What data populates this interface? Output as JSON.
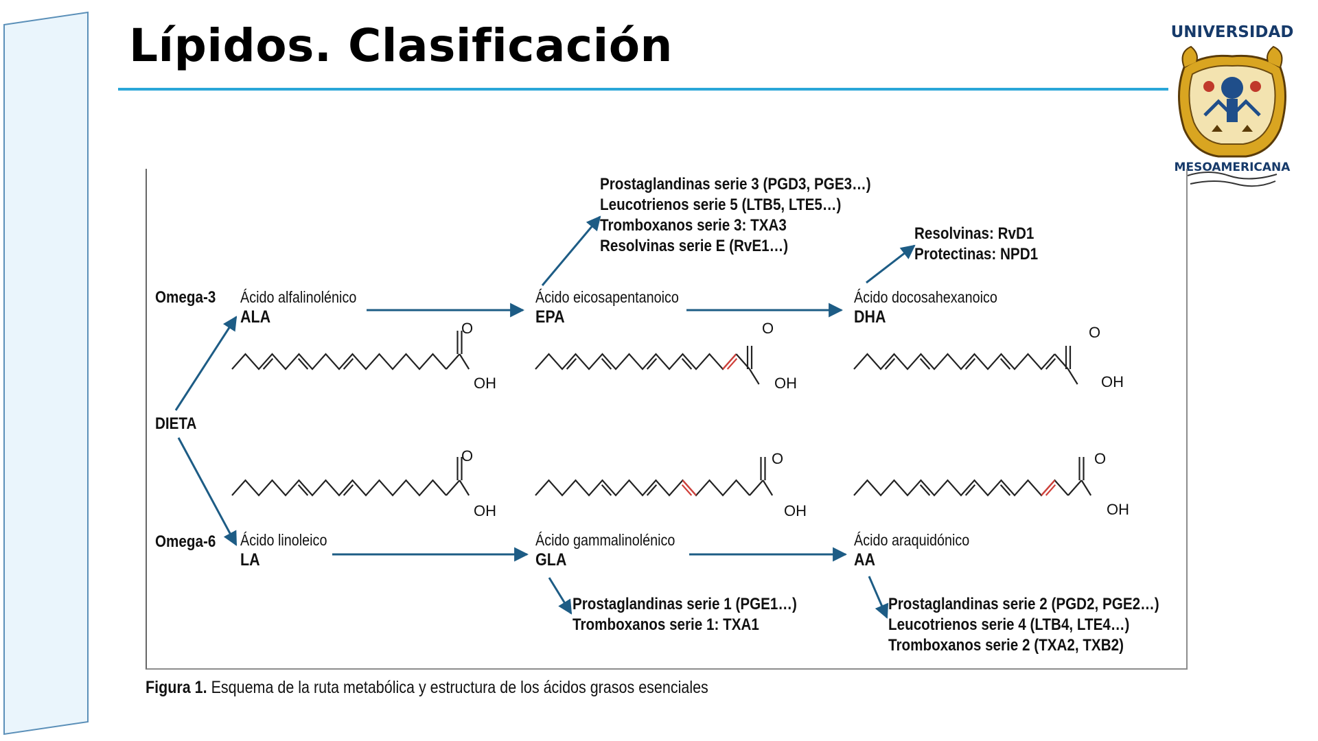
{
  "slide": {
    "title": "Lípidos. Clasificación"
  },
  "logo": {
    "top_text": "UNIVERSIDAD",
    "bottom_text": "MESOAMERICANA",
    "accent_color": "#1f4e8a",
    "gold_color": "#d9a521"
  },
  "diagram": {
    "dieta": "DIETA",
    "omega3": {
      "label": "Omega-3",
      "acids": [
        {
          "name": "Ácido alfalinolénico",
          "abbr": "ALA",
          "o": "O",
          "oh": "OH"
        },
        {
          "name": "Ácido eicosapentanoico",
          "abbr": "EPA",
          "o": "O",
          "oh": "OH"
        },
        {
          "name": "Ácido docosahexanoico",
          "abbr": "DHA",
          "o": "O",
          "oh": "OH"
        }
      ],
      "epa_products": [
        "Prostaglandinas serie 3 (PGD3, PGE3…)",
        "Leucotrienos serie 5 (LTB5, LTE5…)",
        "Tromboxanos serie 3: TXA3",
        "Resolvinas serie E (RvE1…)"
      ],
      "dha_products": [
        "Resolvinas: RvD1",
        "Protectinas: NPD1"
      ]
    },
    "omega6": {
      "label": "Omega-6",
      "acids": [
        {
          "name": "Ácido linoleico",
          "abbr": "LA",
          "o": "O",
          "oh": "OH"
        },
        {
          "name": "Ácido gammalinolénico",
          "abbr": "GLA",
          "o": "O",
          "oh": "OH"
        },
        {
          "name": "Ácido araquidónico",
          "abbr": "AA",
          "o": "O",
          "oh": "OH"
        }
      ],
      "gla_products": [
        "Prostaglandinas serie 1 (PGE1…)",
        "Tromboxanos serie 1: TXA1"
      ],
      "aa_products": [
        "Prostaglandinas serie 2 (PGD2, PGE2…)",
        "Leucotrienos serie 4 (LTB4, LTE4…)",
        "Tromboxanos serie 2 (TXA2, TXB2)"
      ]
    },
    "colors": {
      "arrow": "#1d5c85",
      "bond": "#222222",
      "highlight_bond": "#d0403a"
    }
  },
  "caption": {
    "label": "Figura 1.",
    "text": "Esquema de la ruta metabólica y estructura de los ácidos grasos esenciales"
  }
}
